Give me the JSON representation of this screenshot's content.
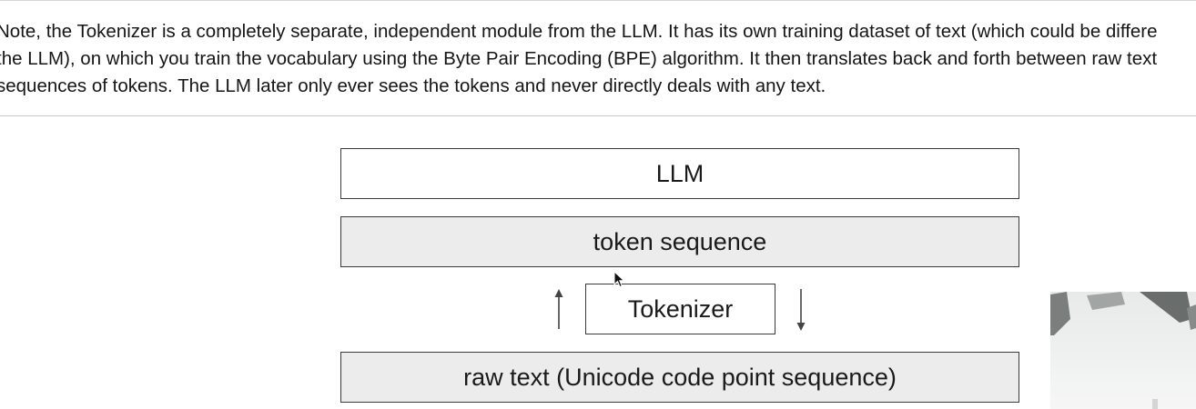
{
  "note": {
    "lines": [
      "Note, the Tokenizer is a completely separate, independent module from the LLM. It has its own training dataset of text (which could be differe",
      "the LLM), on which you train the vocabulary using the Byte Pair Encoding (BPE) algorithm. It then translates back and forth between raw text",
      "sequences of tokens. The LLM later only ever sees the tokens and never directly deals with any text."
    ]
  },
  "diagram": {
    "llm_label": "LLM",
    "token_sequence_label": "token sequence",
    "tokenizer_label": "Tokenizer",
    "raw_text_label": "raw text (Unicode code point sequence)"
  },
  "icons": {
    "up_arrow": "arrow-up-icon",
    "down_arrow": "arrow-down-icon",
    "cursor": "mouse-pointer-icon"
  },
  "colors": {
    "shaded_box": "#ececec",
    "border": "#3a3a3a"
  }
}
